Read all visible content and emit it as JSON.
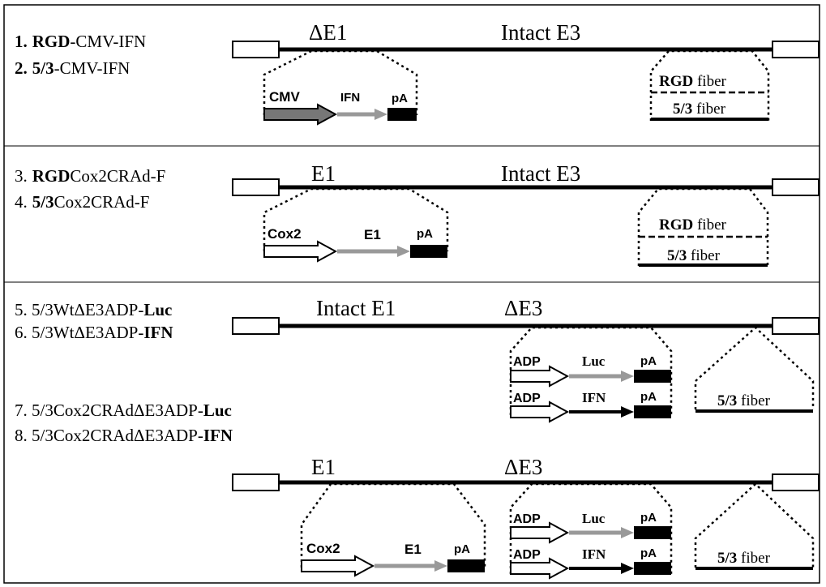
{
  "constructs": {
    "c1": {
      "num": "1.",
      "bold": "RGD",
      "rest": "-CMV-IFN"
    },
    "c2": {
      "num": "2.",
      "bold": "5/3",
      "rest": "-CMV-IFN"
    },
    "c3": {
      "num": "3.",
      "bold": "RGD",
      "rest": "Cox2CRAd-F"
    },
    "c4": {
      "num": "4.",
      "bold": "5/3",
      "rest": "Cox2CRAd-F"
    },
    "c5": {
      "prefix": "5. 5/3WtΔE3ADP-",
      "bold": "Luc"
    },
    "c6": {
      "prefix": "6. 5/3WtΔE3ADP-",
      "bold": "IFN"
    },
    "c7": {
      "prefix": "7. 5/3Cox2CRAdΔE3ADP-",
      "bold": "Luc"
    },
    "c8": {
      "prefix": "8. 5/3Cox2CRAdΔE3ADP-",
      "bold": "IFN"
    }
  },
  "region_labels": {
    "deltaE1": "ΔE1",
    "intactE3": "Intact E3",
    "e1": "E1",
    "intactE1": "Intact E1",
    "deltaE3": "ΔE3"
  },
  "cassette": {
    "cmv": "CMV",
    "ifn": "IFN",
    "pA": "pA",
    "cox2": "Cox2",
    "e1": "E1",
    "adp": "ADP",
    "luc": "Luc"
  },
  "fiber": {
    "rgd_bold": "RGD",
    "five3_bold": "5/3",
    "word": " fiber"
  }
}
